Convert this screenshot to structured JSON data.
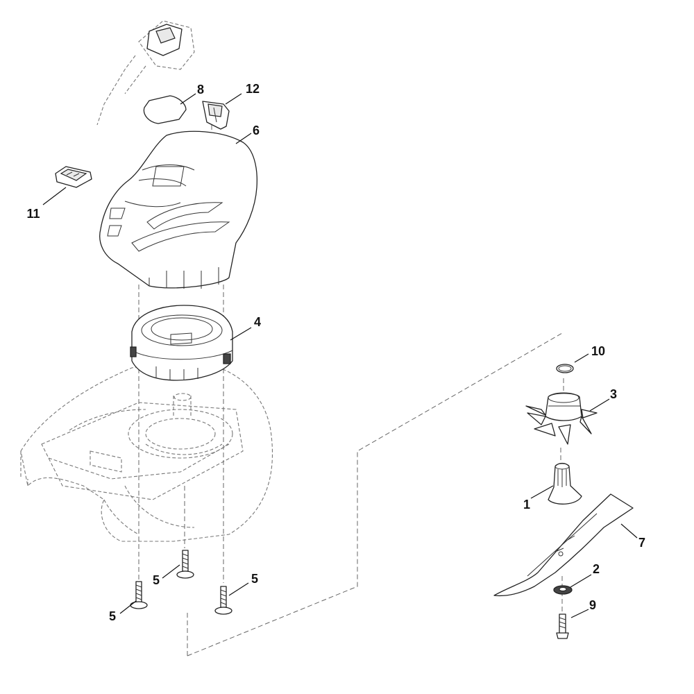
{
  "callouts": {
    "c1": "1",
    "c2": "2",
    "c3": "3",
    "c4": "4",
    "c5a": "5",
    "c5b": "5",
    "c5c": "5",
    "c6": "6",
    "c7": "7",
    "c8": "8",
    "c9": "9",
    "c10": "10",
    "c11": "11",
    "c12": "12"
  }
}
